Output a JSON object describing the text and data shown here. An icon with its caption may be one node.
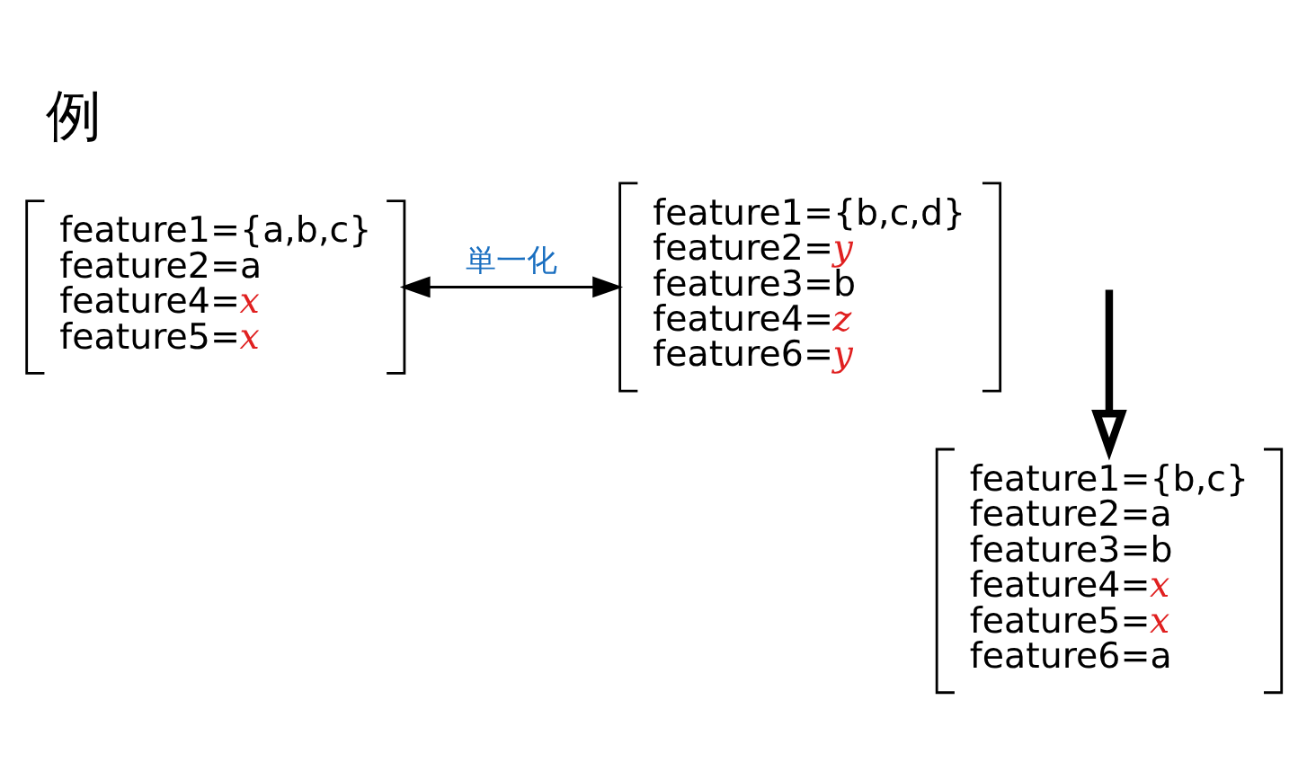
{
  "diagram": {
    "title": "例",
    "nodes": [
      {
        "text": [
          "feature1={a,b,c}",
          "feature2=a",
          "feature4=*x*",
          "feature5=*x*"
        ]
      },
      {
        "text": [
          "feature1={b,c,d}",
          "feature2=*y*",
          "feature3=b",
          "feature4=*z*",
          "feature6=*y*"
        ]
      },
      {
        "text": [
          "feature1={b,c}",
          "feature2=a",
          "feature3=b",
          "feature4=*x*",
          "feature5=*x*",
          "feature6=a"
        ]
      }
    ],
    "edges": [
      {
        "from": 0,
        "to": 1,
        "arrow": "both",
        "label": "単一化"
      },
      {
        "from": null,
        "to": 2,
        "arrow": "to",
        "style": "thick"
      }
    ]
  }
}
